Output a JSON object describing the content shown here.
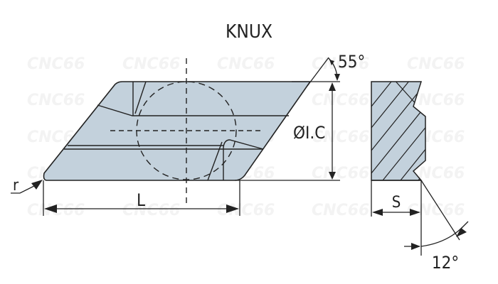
{
  "title": "KNUX",
  "watermark": "CNC66",
  "labels": {
    "angle_top": "55°",
    "inscribed_circle": "ØI.C",
    "length": "L",
    "radius": "r",
    "thickness": "S",
    "clearance_angle": "12°"
  },
  "colors": {
    "insert_fill": "#c3d1dc",
    "line": "#222222",
    "watermark": "#f0f0f0"
  }
}
